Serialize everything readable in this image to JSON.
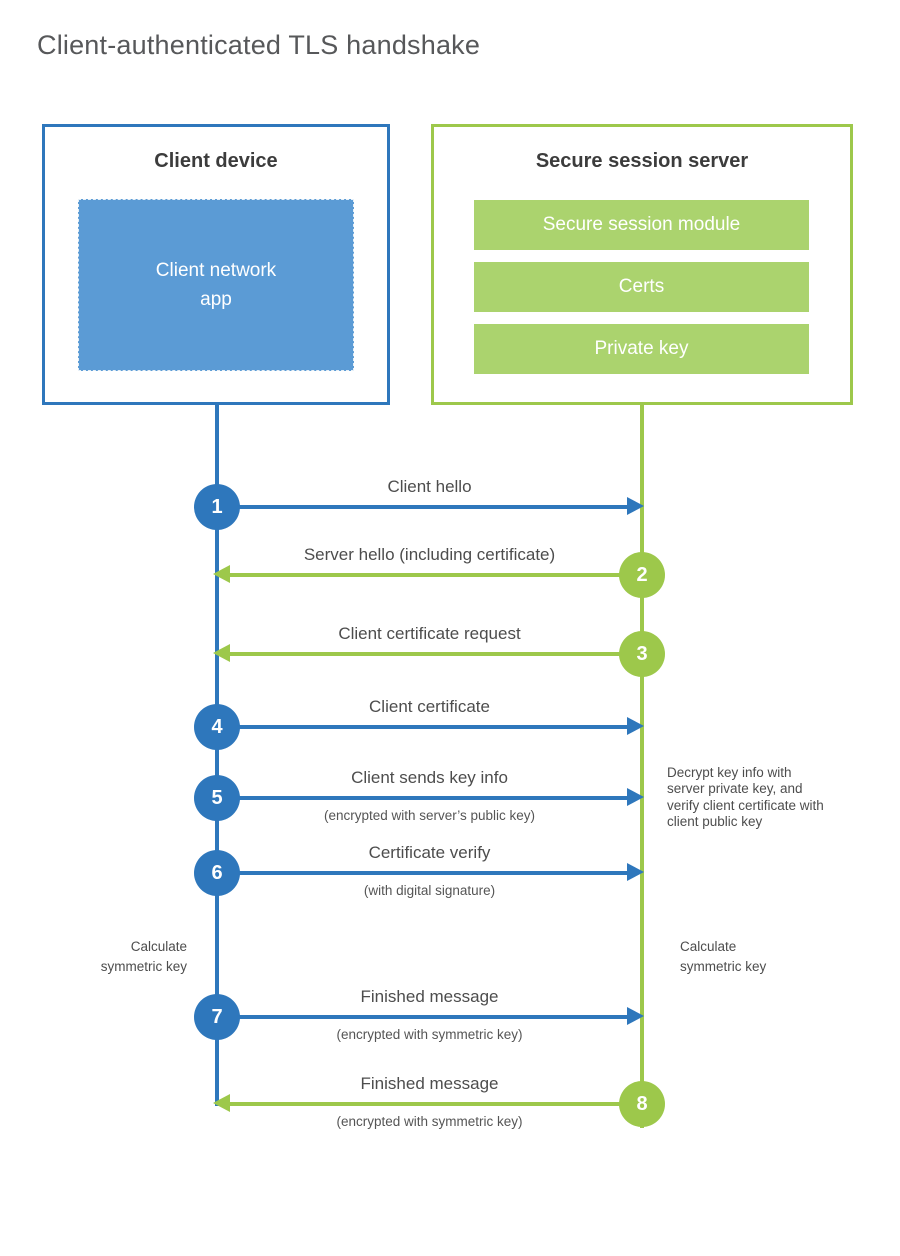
{
  "title": "Client-authenticated TLS handshake",
  "colors": {
    "blue": "#2e77bc",
    "blue_light": "#5b9bd5",
    "green": "#9dc84b",
    "green_light": "#abd36e"
  },
  "actors": {
    "client": {
      "title": "Client device",
      "component": "Client network app"
    },
    "server": {
      "title": "Secure session server",
      "components": [
        "Secure session module",
        "Certs",
        "Private key"
      ]
    }
  },
  "messages": [
    {
      "step": "1",
      "from": "client",
      "to": "server",
      "label": "Client hello"
    },
    {
      "step": "2",
      "from": "server",
      "to": "client",
      "label": "Server hello (including certificate)"
    },
    {
      "step": "3",
      "from": "server",
      "to": "client",
      "label": "Client certificate request"
    },
    {
      "step": "4",
      "from": "client",
      "to": "server",
      "label": "Client certificate"
    },
    {
      "step": "5",
      "from": "client",
      "to": "server",
      "label": "Client sends key info",
      "sublabel": "(encrypted with server’s public key)"
    },
    {
      "step": "6",
      "from": "client",
      "to": "server",
      "label": "Certificate verify",
      "sublabel": "(with digital signature)"
    },
    {
      "step": "7",
      "from": "client",
      "to": "server",
      "label": "Finished message",
      "sublabel": "(encrypted with symmetric key)"
    },
    {
      "step": "8",
      "from": "server",
      "to": "client",
      "label": "Finished message",
      "sublabel": "(encrypted with symmetric key)"
    }
  ],
  "notes": {
    "decrypt": "Decrypt key info with server private key, and verify client certificate with client public key",
    "calc_client": "Calculate symmetric key",
    "calc_server": "Calculate symmetric key"
  }
}
